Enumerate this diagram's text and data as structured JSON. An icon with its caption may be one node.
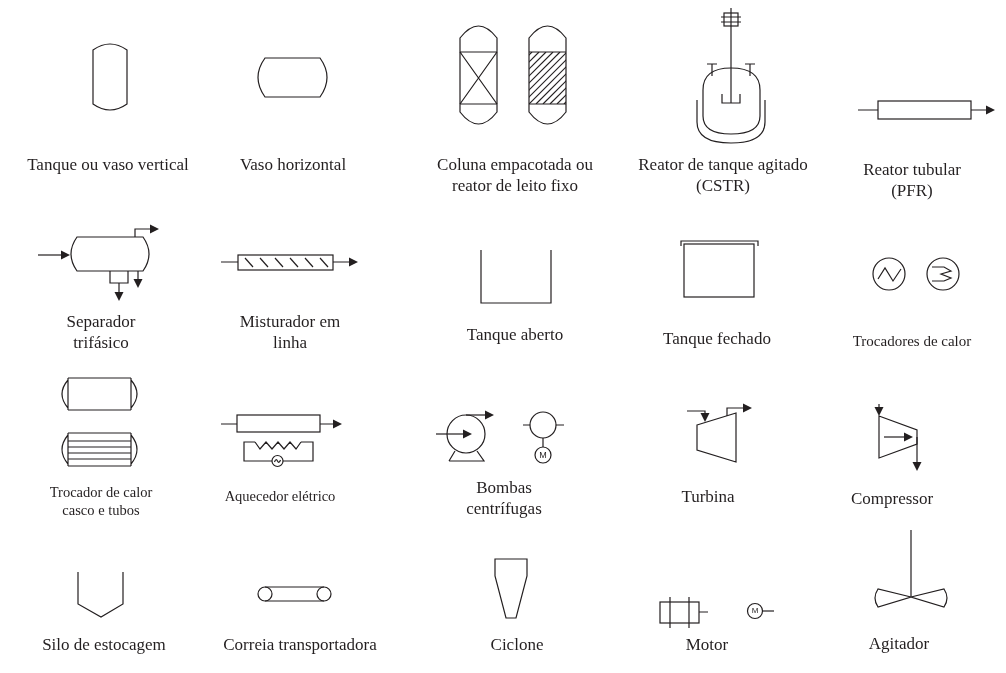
{
  "diagram": {
    "labels": [
      "Tanque ou vaso vertical",
      "Vaso horizontal",
      "Coluna empacotada ou reator de leito fixo",
      "Reator de tanque agitado (CSTR)",
      "Reator tubular (PFR)",
      "Separador trifásico",
      "Misturador em linha",
      "Tanque aberto",
      "Tanque fechado",
      "Trocadores de calor",
      "M",
      "Trocador de calor casco e tubos",
      "Aquecedor elétrico",
      "Bombas centrífugas",
      "Turbina",
      "Compressor",
      "M",
      "Silo de estocagem",
      "Correia transportadora",
      "Ciclone",
      "Motor",
      "Agitador"
    ]
  }
}
